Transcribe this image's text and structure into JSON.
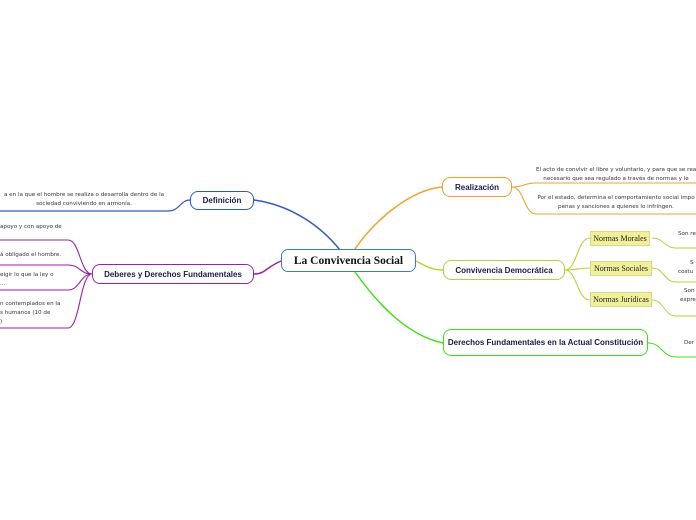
{
  "central": "La Convivencia Social",
  "left": {
    "definicion": {
      "title": "Definición",
      "text": [
        "a en la que el hombre se realiza o desarrolla dentro de la",
        "sociedad conviviendo en armonía."
      ]
    },
    "deberes": {
      "title": "Deberes y Derechos Fundamentales",
      "items": [
        [
          "apoyo y con apoyo de"
        ],
        [
          "á obligado el hombre."
        ],
        [
          "eigir lo que la ley o",
          "..."
        ],
        [
          "n contemplados en la",
          "s humanos (10 de",
          ")"
        ]
      ]
    }
  },
  "right": {
    "realizacion": {
      "title": "Realización",
      "items": [
        [
          "El acto de convivir el libre y voluntario, y para que se rea",
          "necesario que sea regulado a través de normas y le"
        ],
        [
          "Por el estado, determina el comportamiento social impo",
          "penas y sanciones a quienes lo infringen."
        ]
      ]
    },
    "democratica": {
      "title": "Convivencia Democrática",
      "subs": [
        {
          "label": "Normas Morales",
          "text": [
            "Son re"
          ]
        },
        {
          "label": "Normas Sociales",
          "text": [
            "S",
            "costu"
          ]
        },
        {
          "label": "Normas Jurídicas",
          "text": [
            "Son",
            "expre"
          ]
        }
      ]
    },
    "derechos": {
      "title": "Derechos Fundamentales en la Actual Constitución",
      "text": [
        "Der"
      ]
    }
  },
  "colors": {
    "definicion": "#2f56c9",
    "deberes": "#9b1fa8",
    "realizacion": "#f0a030",
    "democratica": "#b6d23a",
    "derechos": "#3ee01a"
  }
}
